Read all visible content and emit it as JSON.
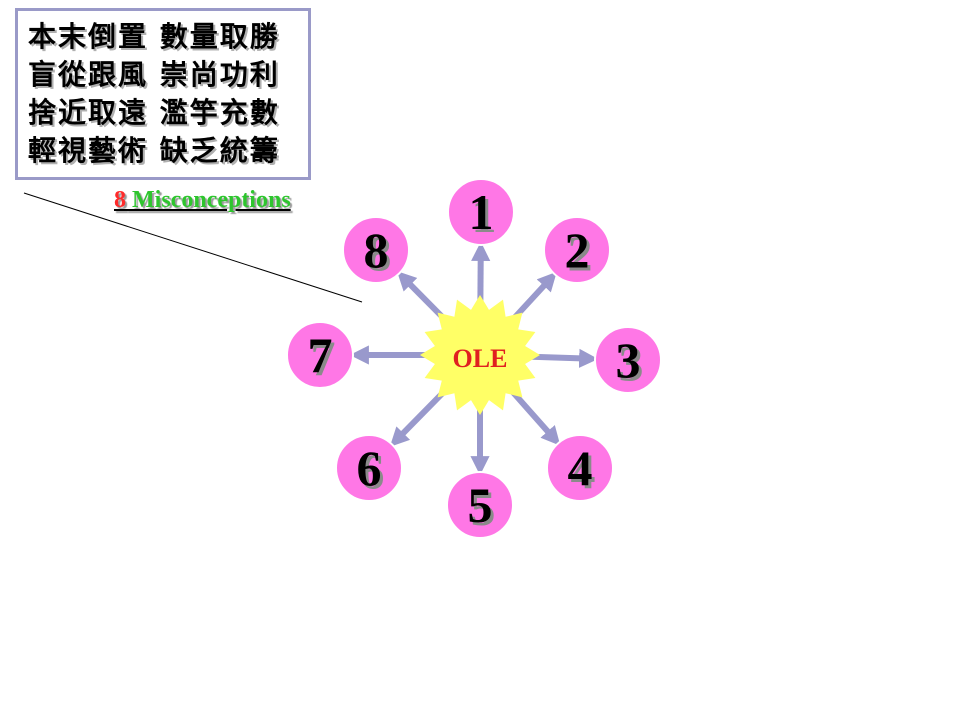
{
  "textbox": {
    "lines": [
      "本末倒置 數量取勝",
      "盲從跟風 崇尚功利",
      "捨近取遠 濫竽充數",
      "輕視藝術 缺乏統籌"
    ]
  },
  "misconceptions": {
    "number": "8",
    "word": " Misconceptions"
  },
  "center": {
    "label": "OLE"
  },
  "nodes": [
    "1",
    "2",
    "3",
    "4",
    "5",
    "6",
    "7",
    "8"
  ],
  "colors": {
    "node_fill": "#ff77e6",
    "node_stroke": "#ffffff",
    "star_fill": "#ffff66",
    "ole_text": "#e02020",
    "arrow": "#9999cc",
    "textbox_border": "#9a9ac8",
    "label_number": "#ff2a2a",
    "label_word": "#2ec52e"
  }
}
